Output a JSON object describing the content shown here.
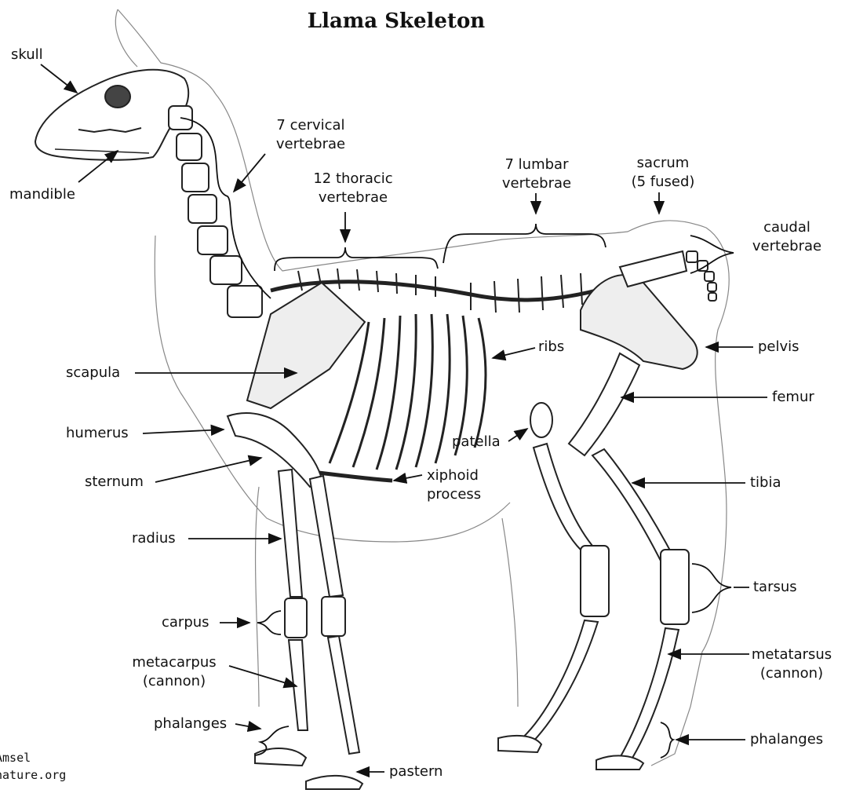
{
  "title": "Llama Skeleton",
  "labels": {
    "skull": "skull",
    "mandible": "mandible",
    "cervical_1": "7 cervical",
    "cervical_2": "vertebrae",
    "thoracic_1": "12 thoracic",
    "thoracic_2": "vertebrae",
    "lumbar_1": "7 lumbar",
    "lumbar_2": "vertebrae",
    "sacrum_1": "sacrum",
    "sacrum_2": "(5 fused)",
    "caudal_1": "caudal",
    "caudal_2": "vertebrae",
    "scapula": "scapula",
    "ribs": "ribs",
    "pelvis": "pelvis",
    "femur": "femur",
    "humerus": "humerus",
    "patella": "patella",
    "sternum": "sternum",
    "xiphoid_1": "xiphoid",
    "xiphoid_2": "process",
    "tibia": "tibia",
    "radius": "radius",
    "tarsus": "tarsus",
    "carpus": "carpus",
    "metacarpus_1": "metacarpus",
    "metacarpus_2": "(cannon)",
    "metatarsus_1": "metatarsus",
    "metatarsus_2": "(cannon)",
    "phalanges_front": "phalanges",
    "phalanges_hind": "phalanges",
    "pastern": "pastern"
  },
  "credit": {
    "line1": "Amsel",
    "line2": "nature.org"
  }
}
